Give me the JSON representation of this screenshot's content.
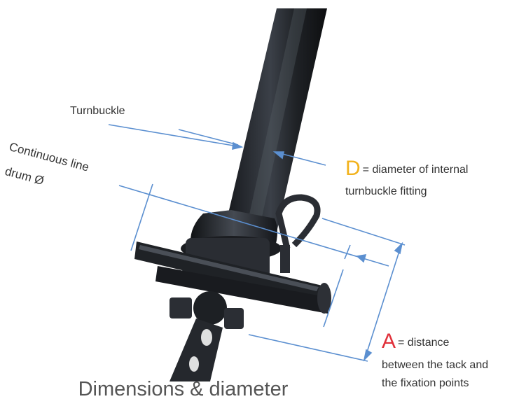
{
  "labels": {
    "turnbuckle": "Turnbuckle",
    "continuous_line": "Continuous line",
    "drum": "drum Ø",
    "d_letter": "D",
    "d_text_1": "= diameter of internal",
    "d_text_2": "turnbuckle fitting",
    "a_letter": "A",
    "a_text_1": "= distance",
    "a_text_2": "between the tack and",
    "a_text_3": "the fixation points"
  },
  "caption": "Dimensions & diameter",
  "colors": {
    "dimension_line": "#5b8fd0",
    "d_accent": "#f2b21c",
    "a_accent": "#e0303a",
    "text": "#333333",
    "caption": "#555555",
    "device": "#2a2d33"
  }
}
